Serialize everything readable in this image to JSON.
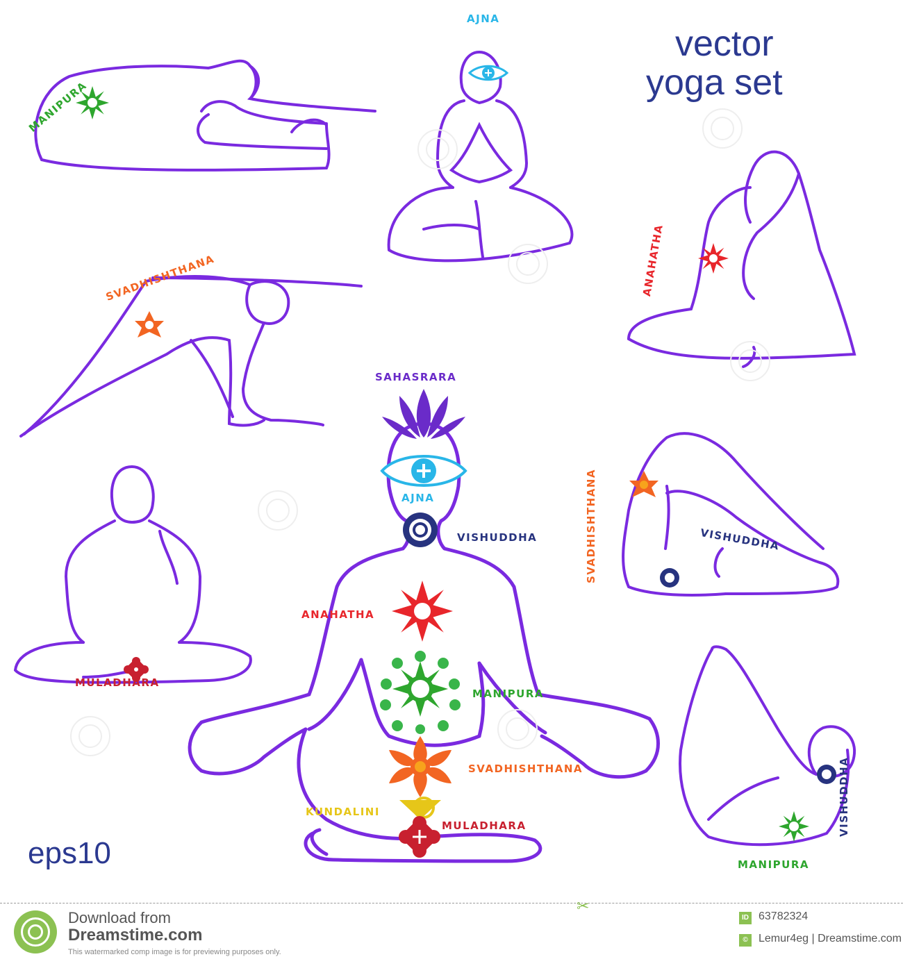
{
  "title": {
    "line1": "vector",
    "line2": "yoga set"
  },
  "format_label": "eps10",
  "colors": {
    "outline": "#7a2ae0",
    "sahasrara": "#6a2bc9",
    "ajna": "#29b6e8",
    "vishuddha": "#27337f",
    "anahatha": "#e8262b",
    "manipura": "#2ea62e",
    "svadhishthana": "#f26522",
    "kundalini": "#e6c619",
    "muladhara": "#c8202f",
    "title": "#2b3990"
  },
  "labels": {
    "manipura_top": "MANIPURA",
    "ajna_top": "AJNA",
    "svadhishthana_left": "SVADHISHTHANA",
    "anahatha_right": "ANAHATHA",
    "sahasrara": "SAHASRARA",
    "ajna_center": "AJNA",
    "vishuddha_center": "VISHUDDHA",
    "anahatha_center": "ANAHATHA",
    "manipura_center": "MANIPURA",
    "svadhishthana_center": "SVADHISHTHANA",
    "kundalini": "KUNDALINI",
    "muladhara_center": "MULADHARA",
    "muladhara_left": "MULADHARA",
    "svadhishthana_right": "SVADHISHTHANA",
    "vishuddha_right": "VISHUDDHA",
    "vishuddha_bottom": "VISHUDDHA",
    "manipura_bottom": "MANIPURA"
  },
  "footer": {
    "download_from": "Download from",
    "site": "Dreamstime.com",
    "disclaimer": "This watermarked comp image is for previewing purposes only.",
    "id_badge": "ID",
    "image_id": "63782324",
    "copyright_badge": "©",
    "credit": "Lemur4eg | Dreamstime.com"
  }
}
